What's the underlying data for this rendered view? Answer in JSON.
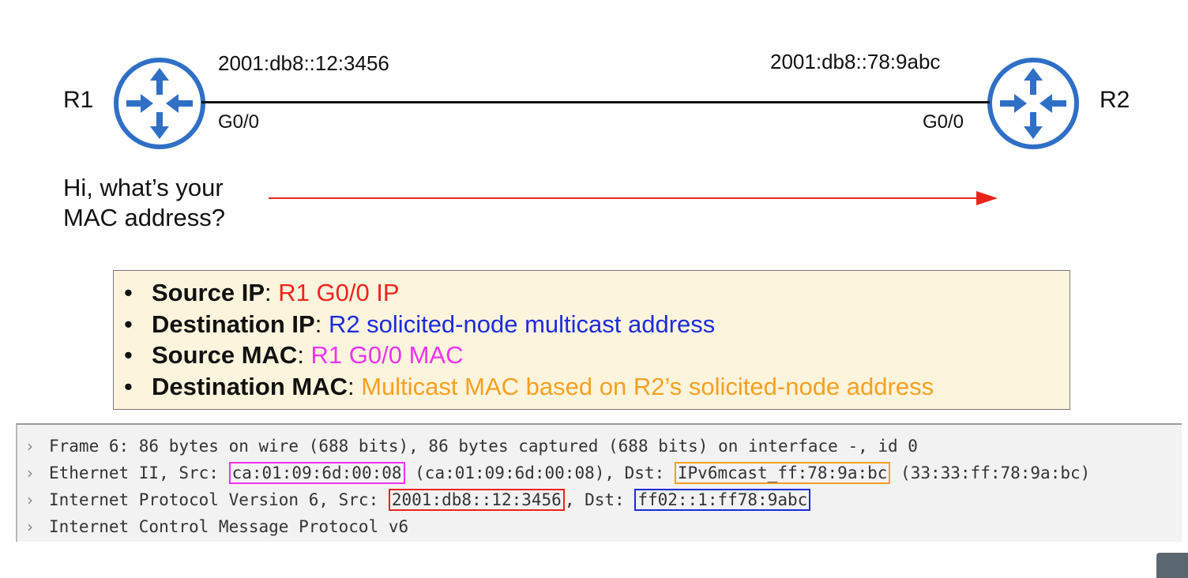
{
  "diagram": {
    "r1": {
      "label": "R1",
      "ip": "2001:db8::12:3456",
      "interface": "G0/0"
    },
    "r2": {
      "label": "R2",
      "ip": "2001:db8::78:9abc",
      "interface": "G0/0"
    },
    "question_line1": "Hi, what’s your",
    "question_line2": "MAC address?",
    "router_color": "#2f6fc6",
    "arrow_color": "#e8241b"
  },
  "infobox": {
    "items": [
      {
        "term": "Source IP",
        "sep": ": ",
        "value": "R1 G0/0 IP",
        "color": "#f0241c"
      },
      {
        "term": "Destination IP",
        "sep": ": ",
        "value": "R2 solicited-node multicast address",
        "color": "#1c2bdc"
      },
      {
        "term": "Source MAC",
        "sep": ": ",
        "value": "R1 G0/0 MAC",
        "color": "#ee33ee"
      },
      {
        "term": "Destination MAC",
        "sep": ": ",
        "value": "Multicast MAC based on R2’s solicited-node address",
        "color": "#f7a021"
      }
    ]
  },
  "capture": {
    "rows": [
      {
        "text": "Frame 6: 86 bytes on wire (688 bits), 86 bytes captured (688 bits) on interface -, id 0"
      },
      {
        "p1": "Ethernet II, Src: ",
        "src": "ca:01:09:6d:00:08",
        "p2": " (ca:01:09:6d:00:08), Dst: ",
        "dst": "IPv6mcast_ff:78:9a:bc",
        "p3": " (33:33:ff:78:9a:bc)"
      },
      {
        "p1": "Internet Protocol Version 6, Src: ",
        "src": "2001:db8::12:3456",
        "p2": ", Dst: ",
        "dst": "ff02::1:ff78:9abc"
      },
      {
        "text": "Internet Control Message Protocol v6"
      }
    ]
  }
}
